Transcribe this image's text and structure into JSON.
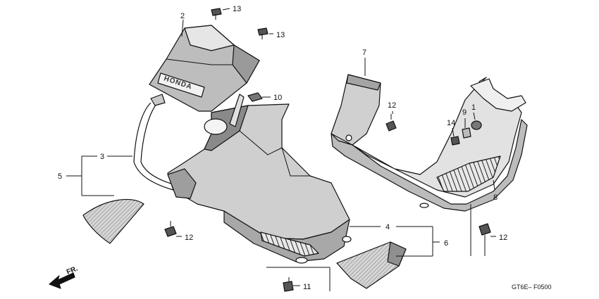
{
  "logo_text": "HONDA",
  "direction_label": "FR.",
  "diagram_code": "GT6E– F0500",
  "callouts": {
    "c2": "2",
    "c13a": "13",
    "c13b": "13",
    "c10": "10",
    "c3": "3",
    "c5": "5",
    "c12a": "12",
    "c7": "7",
    "c12b": "12",
    "c9": "9",
    "c1": "1",
    "c14": "14",
    "c8": "8",
    "c4": "4",
    "c6": "6",
    "c12c": "12",
    "c11": "11"
  },
  "colors": {
    "line": "#111111",
    "shade_dark": "#555555",
    "shade_mid": "#8a8a8a",
    "shade_light": "#cfcfcf",
    "paper": "#ffffff"
  }
}
